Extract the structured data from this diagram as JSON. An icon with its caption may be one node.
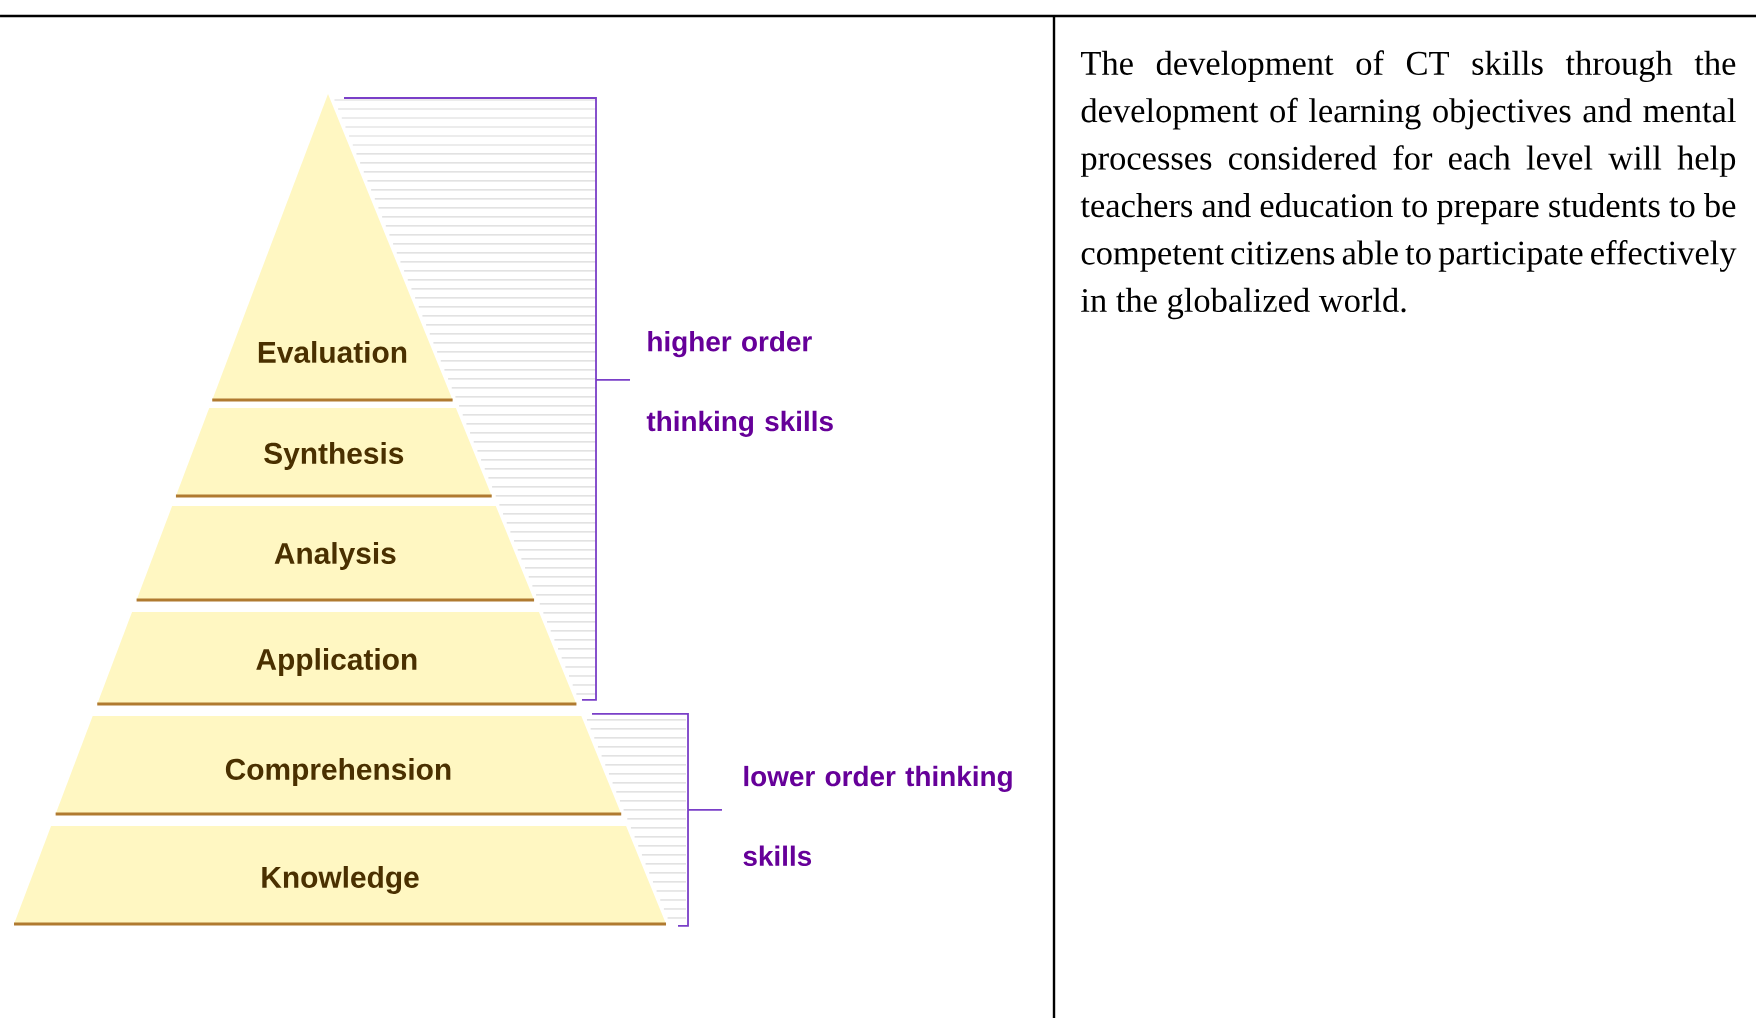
{
  "diagram": {
    "nodes": [
      {
        "text": [
          "Evaluation"
        ]
      },
      {
        "text": [
          "Synthesis"
        ]
      },
      {
        "text": [
          "Analysis"
        ]
      },
      {
        "text": [
          "Application"
        ]
      },
      {
        "text": [
          "Comprehension"
        ]
      },
      {
        "text": [
          "Knowledge"
        ]
      }
    ],
    "labels": [
      "higher order thinking skills",
      "lower order thinking skills",
      "The development of CT skills through the development of learning objectives and mental processes considered for each level will help teachers and education to prepare students to be competent citizens able to participate effectively in the globalized world."
    ]
  }
}
